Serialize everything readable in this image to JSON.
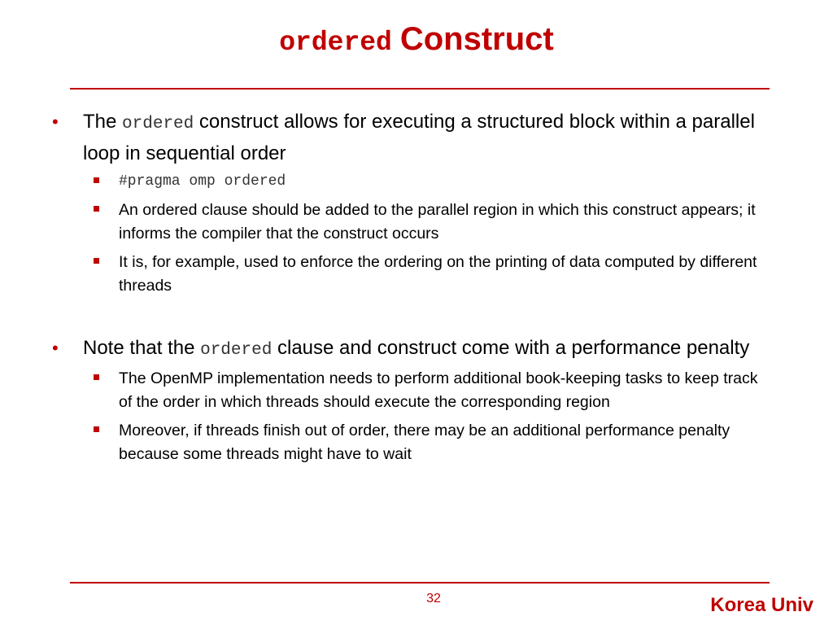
{
  "title": {
    "code": "ordered",
    "word": "Construct"
  },
  "bullets": [
    {
      "pre": "The ",
      "code": "ordered",
      "post": " construct allows for executing a structured block within a parallel loop in sequential order",
      "sub": [
        "#pragma omp ordered",
        "An ordered clause should be added to the parallel region in which this construct appears; it informs the compiler that the construct occurs",
        "It is, for example, used to enforce the ordering on the printing of data computed by different threads"
      ]
    },
    {
      "pre": "Note that the ",
      "code": "ordered",
      "post": " clause and construct come with a performance penalty",
      "sub": [
        "The OpenMP implementation needs to perform additional book-keeping tasks to keep track of the order in which threads should execute the corresponding region",
        "Moreover, if threads finish out of order, there may be an additional performance penalty because some threads might have to wait"
      ]
    }
  ],
  "footer": {
    "page": "32",
    "brand": "Korea Univ"
  },
  "colors": {
    "accent": "#c00000",
    "code": "#333333"
  }
}
